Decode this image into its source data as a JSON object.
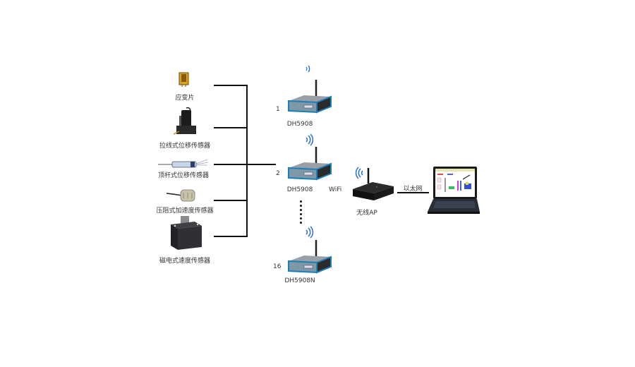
{
  "sensors": [
    {
      "id": "strain-gauge",
      "label": "应变片"
    },
    {
      "id": "draw-wire",
      "label": "拉线式位移传感器"
    },
    {
      "id": "push-rod",
      "label": "顶杆式位移传感器"
    },
    {
      "id": "piezoresistive",
      "label": "压阻式加速度传感器"
    },
    {
      "id": "magnetoelectric",
      "label": "磁电式速度传感器"
    }
  ],
  "devices": [
    {
      "index": "1",
      "model": "DH5908"
    },
    {
      "index": "2",
      "model": "DH5908"
    },
    {
      "index": "16",
      "model": "DH5908N"
    }
  ],
  "wifi_label": "WiFi",
  "ap_label": "无线AP",
  "ethernet_label": "以太网",
  "colors": {
    "line": "#111111",
    "wifi_wave": "#2a6fc4",
    "device_edge": "#1e7fb8"
  }
}
